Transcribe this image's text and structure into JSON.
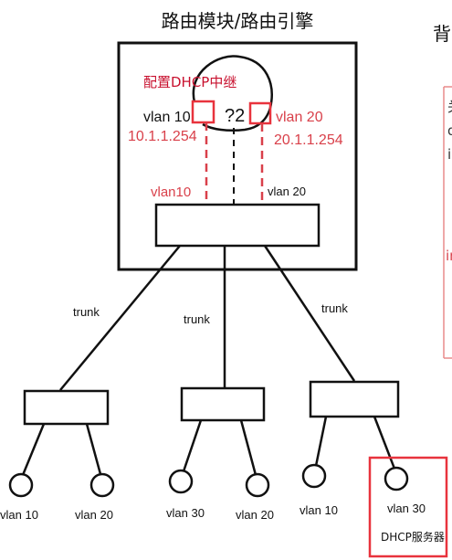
{
  "title": "路由模块/路由引擎",
  "right_clip_title": "背",
  "right_clip_letters": [
    "关",
    "d",
    "i",
    "in"
  ],
  "router": {
    "annotation": "配置DHCP中继",
    "left_vlan": "vlan 10",
    "right_vlan": "vlan 20",
    "left_ip": "10.1.1.254",
    "right_ip": "20.1.1.254",
    "left_sub": "vlan10",
    "right_sub": "vlan 20",
    "face_marks": "?2"
  },
  "links": {
    "left": "trunk",
    "center": "trunk",
    "right": "trunk"
  },
  "hosts": {
    "h1": "vlan 10",
    "h2": "vlan 20",
    "h3": "vlan 30",
    "h4": "vlan 20",
    "h5": "vlan 10",
    "h6": "vlan 30"
  },
  "dhcp_label": "DHCP服务器",
  "colors": {
    "ink": "#111111",
    "red": "#d9404a",
    "box": "#e8333d",
    "faint_red": "#e98b8b"
  }
}
